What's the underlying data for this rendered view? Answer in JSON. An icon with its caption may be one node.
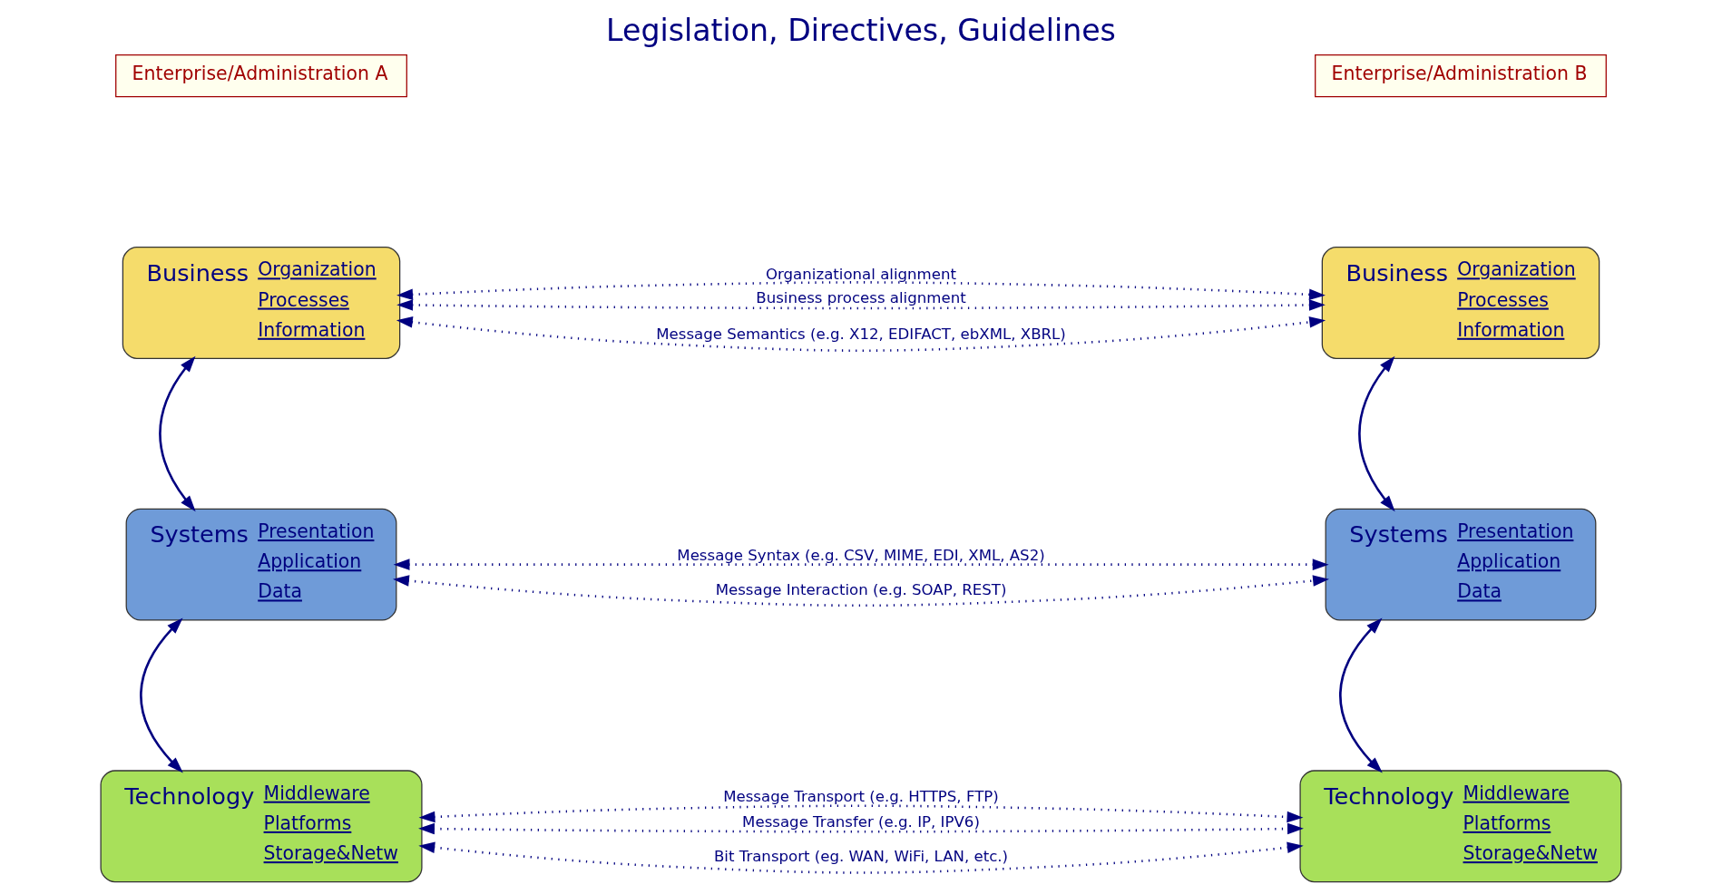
{
  "diagram": {
    "title": "Legislation, Directives, Guidelines",
    "nodes": [
      {
        "text": [
          "Enterprise/Administration A"
        ]
      },
      {
        "text": [
          "Enterprise/Administration B"
        ]
      },
      {
        "text": [
          "Business",
          "Organization",
          "Processes",
          "Information"
        ]
      },
      {
        "text": [
          "Business",
          "Organization",
          "Processes",
          "Information"
        ]
      },
      {
        "text": [
          "Systems",
          "Presentation",
          "Application",
          "Data"
        ]
      },
      {
        "text": [
          "Systems",
          "Presentation",
          "Application",
          "Data"
        ]
      },
      {
        "text": [
          "Technology",
          "Middleware",
          "Platforms",
          "Storage&Netw"
        ]
      },
      {
        "text": [
          "Technology",
          "Middleware",
          "Platforms",
          "Storage&Netw"
        ]
      }
    ],
    "edges": [
      {
        "from": 2,
        "to": 3,
        "arrow": "both",
        "style": "dashed",
        "label": "Organizational alignment"
      },
      {
        "from": 2,
        "to": 3,
        "arrow": "both",
        "style": "dashed",
        "label": "Business process alignment"
      },
      {
        "from": 2,
        "to": 3,
        "arrow": "both",
        "style": "dashed",
        "label": "Message Semantics (e.g. X12, EDIFACT, ebXML, XBRL)"
      },
      {
        "from": 2,
        "to": 4,
        "arrow": "both"
      },
      {
        "from": 3,
        "to": 5,
        "arrow": "both"
      },
      {
        "from": 4,
        "to": 5,
        "arrow": "both",
        "style": "dashed",
        "label": "Message Syntax (e.g. CSV, MIME, EDI, XML, AS2)"
      },
      {
        "from": 4,
        "to": 5,
        "arrow": "both",
        "style": "dashed",
        "label": "Message Interaction (e.g. SOAP, REST)"
      },
      {
        "from": 4,
        "to": 6,
        "arrow": "both"
      },
      {
        "from": 5,
        "to": 7,
        "arrow": "both"
      },
      {
        "from": 6,
        "to": 7,
        "arrow": "both",
        "style": "dashed",
        "label": "Message Transport (e.g. HTTPS, FTP)"
      },
      {
        "from": 6,
        "to": 7,
        "arrow": "both",
        "style": "dashed",
        "label": "Message Transfer (e.g. IP, IPV6)"
      },
      {
        "from": 6,
        "to": 7,
        "arrow": "both",
        "style": "dashed",
        "label": "Bit Transport (eg. WAN, WiFi, LAN, etc.)"
      }
    ]
  }
}
